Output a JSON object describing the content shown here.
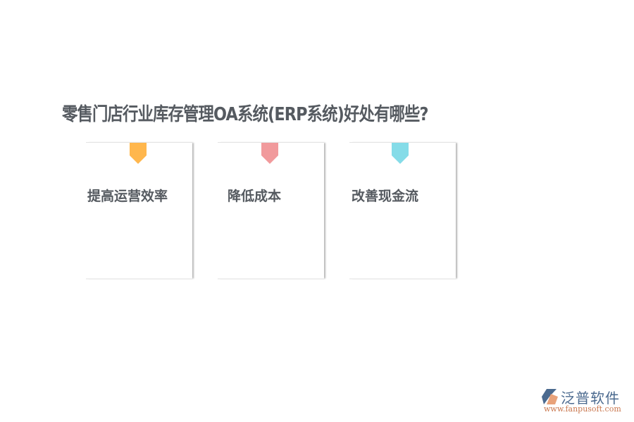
{
  "title": "零售门店行业库存管理OA系统(ERP系统)好处有哪些?",
  "cards": [
    {
      "label": "提高运营效率",
      "tab_color": "#FFB74D",
      "tab_icon": "bookmark-tab-icon"
    },
    {
      "label": "降低成本",
      "tab_color": "#F19A9C",
      "tab_icon": "bookmark-tab-icon"
    },
    {
      "label": "改善现金流",
      "tab_color": "#85DCE8",
      "tab_icon": "bookmark-tab-icon"
    }
  ],
  "logo": {
    "name": "泛普软件",
    "url": "www.fanpusoft.com",
    "icon": "fanpu-logo-icon",
    "primary_color": "#4B6A8F",
    "accent_color": "#E8A27A"
  }
}
